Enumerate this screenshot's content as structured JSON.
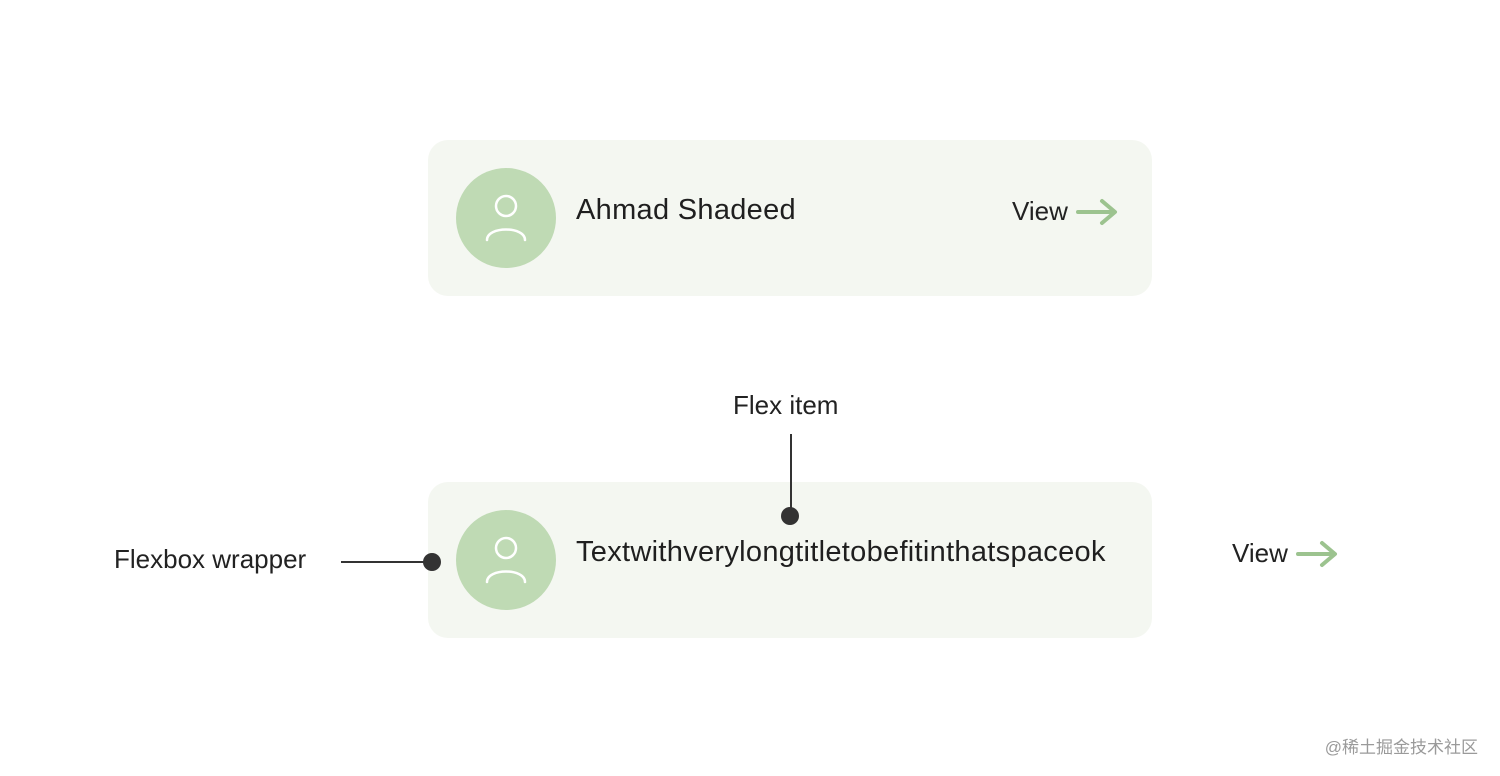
{
  "cards": [
    {
      "name": "Ahmad Shadeed",
      "view_label": "View"
    },
    {
      "name": "Textwithverylongtitletobefitinthatspaceok",
      "view_label": "View"
    }
  ],
  "annotations": {
    "flex_item": "Flex item",
    "flexbox_wrapper": "Flexbox wrapper"
  },
  "watermark": "@稀土掘金技术社区",
  "icons": {
    "avatar": "user-icon",
    "view": "arrow-right-icon"
  },
  "colors": {
    "card_background": "#f4f7f1",
    "avatar_background": "#bfdab4",
    "arrow": "#9cc38f",
    "annotation_line": "#333333",
    "text": "#222222"
  }
}
